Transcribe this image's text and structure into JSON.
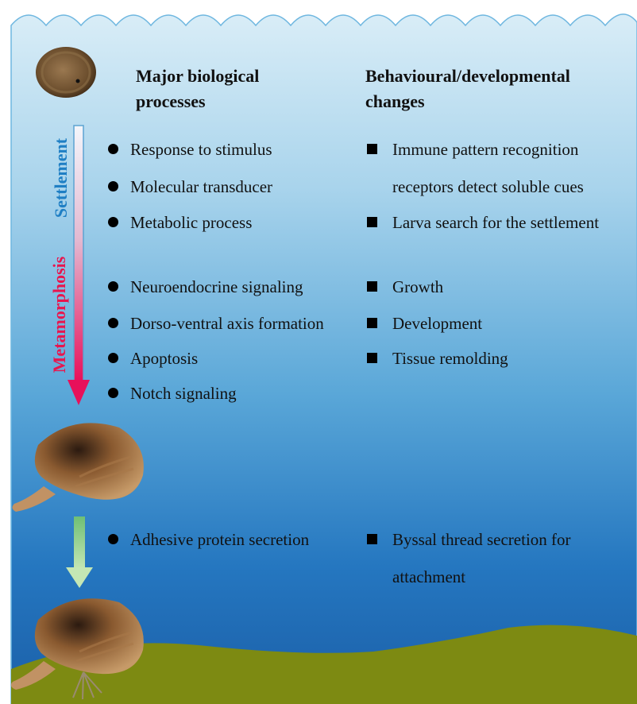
{
  "headers": {
    "processes": "Major biological processes",
    "changes": "Behavioural/developmental changes"
  },
  "stages": {
    "settlement": "Settlement",
    "metamorphosis": "Metamorphosis"
  },
  "processes": [
    "Response to stimulus",
    "Molecular transducer",
    "Metabolic process",
    "Neuroendocrine signaling",
    "Dorso-ventral axis formation",
    "Apoptosis",
    "Notch signaling",
    "Adhesive protein secretion"
  ],
  "changes": [
    "Immune pattern recognition receptors detect soluble cues",
    "Larva search for the settlement",
    "Growth",
    "Development",
    "Tissue remolding",
    "Byssal thread secretion for attachment"
  ],
  "changes_wrapped": {
    "immune_line1": "Immune pattern recognition",
    "immune_line2": "receptors detect soluble cues",
    "byssal_line1": "Byssal thread secretion for",
    "byssal_line2": "attachment"
  },
  "colors": {
    "settlement": "#1f7fc4",
    "metamorphosis": "#e8154e",
    "attach_arrow": "#8cc98a",
    "seabed": "#7d8a12"
  }
}
